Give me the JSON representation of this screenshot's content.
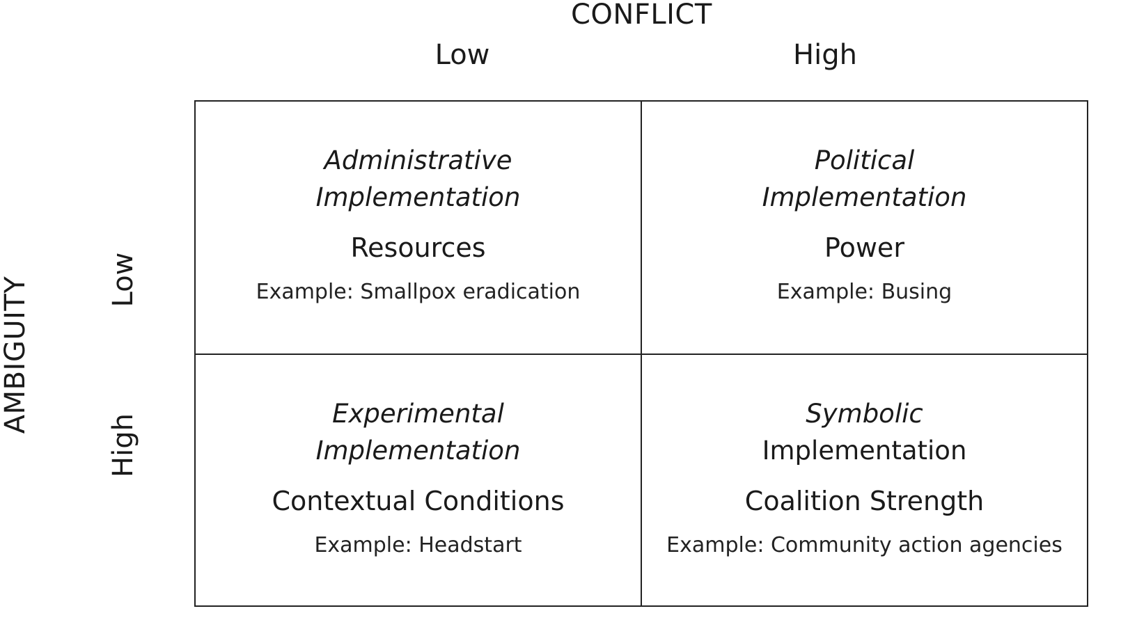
{
  "axes": {
    "top_title": "CONFLICT",
    "top_low": "Low",
    "top_high": "High",
    "left_title": "AMBIGUITY",
    "left_low": "Low",
    "left_high": "High"
  },
  "cells": {
    "low_low": {
      "type_line1": "Administrative",
      "type_line2": "Implementation",
      "factor": "Resources",
      "example": "Example: Smallpox eradication"
    },
    "low_high": {
      "type_line1": "Political",
      "type_line2": "Implementation",
      "factor": "Power",
      "example": "Example: Busing"
    },
    "high_low": {
      "type_line1": "Experimental",
      "type_line2": "Implementation",
      "factor": "Contextual Conditions",
      "example": "Example: Headstart"
    },
    "high_high": {
      "type_line1": "Symbolic",
      "type_line2": "Implementation",
      "factor": "Coalition Strength",
      "example": "Example: Community action agencies"
    }
  }
}
